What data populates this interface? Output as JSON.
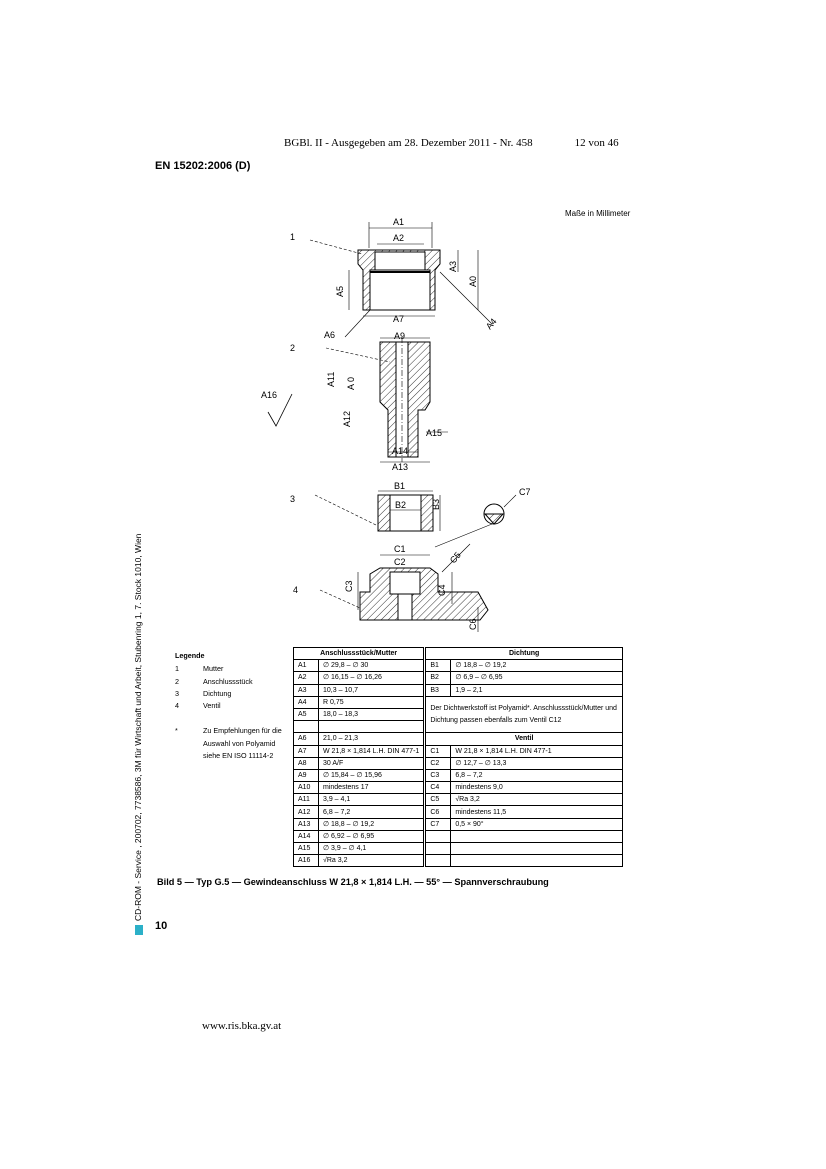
{
  "header": {
    "gazette_text": "BGBl. II - Ausgegeben am 28. Dezember 2011 - Nr. 458",
    "page_of": "12 von 46",
    "standard": "EN 15202:2006 (D)"
  },
  "units_note": "Maße in Millimeter",
  "drawing": {
    "item_numbers": [
      "1",
      "2",
      "3",
      "4"
    ],
    "labels": {
      "A1": "A1",
      "A2": "A2",
      "A3": "A3",
      "A0": "A0",
      "A5": "A5",
      "A6": "A6",
      "A7": "A7",
      "A4": "A4",
      "A9": "A9",
      "A10": "A 0",
      "A11": "A11",
      "A12": "A12",
      "A13": "A13",
      "A14": "A14",
      "A15": "A15",
      "A16": "A16",
      "B1": "B1",
      "B2": "B2",
      "B3": "B3",
      "C1": "C1",
      "C2": "C2",
      "C3": "C3",
      "C4": "C4",
      "C5": "C5",
      "C6": "C6",
      "C7": "C7"
    }
  },
  "legend": {
    "title": "Legende",
    "items": [
      {
        "num": "1",
        "label": "Mutter"
      },
      {
        "num": "2",
        "label": "Anschlussstück"
      },
      {
        "num": "3",
        "label": "Dichtung"
      },
      {
        "num": "4",
        "label": "Ventil"
      }
    ],
    "note_mark": "*",
    "note_lines": [
      "Zu Empfehlungen für die",
      "Auswahl von Polyamid",
      "siehe EN ISO 11114-2"
    ]
  },
  "table": {
    "head_left": "Anschlussstück/Mutter",
    "head_right": "Dichtung",
    "head_right2": "Ventil",
    "right_note": "Der Dichtwerkstoff ist Polyamid*. Anschlussstück/Mutter und Dichtung passen ebenfalls zum Ventil C12",
    "left_rows": [
      {
        "code": "A1",
        "value": "∅ 29,8 – ∅ 30"
      },
      {
        "code": "A2",
        "value": "∅ 16,15 – ∅ 16,26"
      },
      {
        "code": "A3",
        "value": "10,3 – 10,7"
      },
      {
        "code": "A4",
        "value": "R 0,75"
      },
      {
        "code": "A5",
        "value": "18,0 – 18,3"
      },
      {
        "code": "A6",
        "value": "21,0 – 21,3"
      },
      {
        "code": "A7",
        "value": "W 21,8 × 1,814 L.H. DIN 477-1"
      },
      {
        "code": "A8",
        "value": "30 A/F"
      },
      {
        "code": "A9",
        "value": "∅ 15,84 – ∅ 15,96"
      },
      {
        "code": "A10",
        "value": "mindestens 17"
      },
      {
        "code": "A11",
        "value": "3,9 – 4,1"
      },
      {
        "code": "A12",
        "value": "6,8 – 7,2"
      },
      {
        "code": "A13",
        "value": "∅ 18,8 – ∅ 19,2"
      },
      {
        "code": "A14",
        "value": "∅ 6,92 – ∅ 6,95"
      },
      {
        "code": "A15",
        "value": "∅ 3,9 – ∅ 4,1"
      },
      {
        "code": "A16",
        "value": "√Ra 3,2"
      }
    ],
    "b_rows": [
      {
        "code": "B1",
        "value": "∅ 18,8 – ∅ 19,2"
      },
      {
        "code": "B2",
        "value": "∅ 6,9 – ∅ 6,95"
      },
      {
        "code": "B3",
        "value": "1,9 – 2,1"
      }
    ],
    "c_rows": [
      {
        "code": "C1",
        "value": "W 21,8 × 1,814 L.H. DIN 477-1"
      },
      {
        "code": "C2",
        "value": "∅ 12,7 – ∅ 13,3"
      },
      {
        "code": "C3",
        "value": "6,8 – 7,2"
      },
      {
        "code": "C4",
        "value": "mindestens 9,0"
      },
      {
        "code": "C5",
        "value": "√Ra 3,2"
      },
      {
        "code": "C6",
        "value": "mindestens 11,5"
      },
      {
        "code": "C7",
        "value": "0,5 × 90°"
      }
    ]
  },
  "caption": "Bild 5 — Typ G.5 — Gewindeanschluss W 21,8 × 1,814 L.H. — 55° — Spannverschraubung",
  "page_number": "10",
  "sidebar_text": "CD-ROM - Service , 200702, 7738586, 3M für Wirtschaft und Arbeit, Stubenring 1, 7. Stock 1010, Wien",
  "footer_url": "www.ris.bka.gv.at"
}
